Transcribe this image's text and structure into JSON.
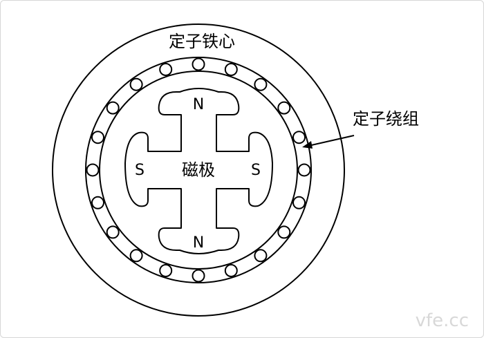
{
  "diagram": {
    "labels": {
      "stator_core": "定子铁心",
      "stator_winding": "定子绕组",
      "magnetic_pole": "磁极",
      "pole_north_top": "N",
      "pole_north_bottom": "N",
      "pole_south_left": "S",
      "pole_south_right": "S"
    },
    "watermark": "vfe.cc",
    "winding_slot_count": 20,
    "line_color": "#000000",
    "background_color": "#ffffff"
  }
}
